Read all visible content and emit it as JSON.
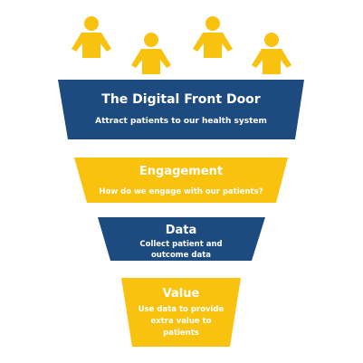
{
  "colors": {
    "navy": "#1d4a7f",
    "gold": "#f8c20f",
    "text_on_navy": "#ffffff",
    "text_on_gold": "#ffffff"
  },
  "people": [
    {
      "icon": "person-icon"
    },
    {
      "icon": "person-icon"
    },
    {
      "icon": "person-icon"
    },
    {
      "icon": "person-icon"
    }
  ],
  "funnel": [
    {
      "title": "The Digital Front Door",
      "lines": [
        "Attract patients to our health system"
      ],
      "color": "navy"
    },
    {
      "title": "Engagement",
      "lines": [
        "How do we engage with our patients?"
      ],
      "color": "gold"
    },
    {
      "title": "Data",
      "lines": [
        "Collect patient and",
        "outcome data"
      ],
      "color": "navy"
    },
    {
      "title": "Value",
      "lines": [
        "Use data to provide",
        "extra value to",
        "patients"
      ],
      "color": "gold"
    }
  ]
}
